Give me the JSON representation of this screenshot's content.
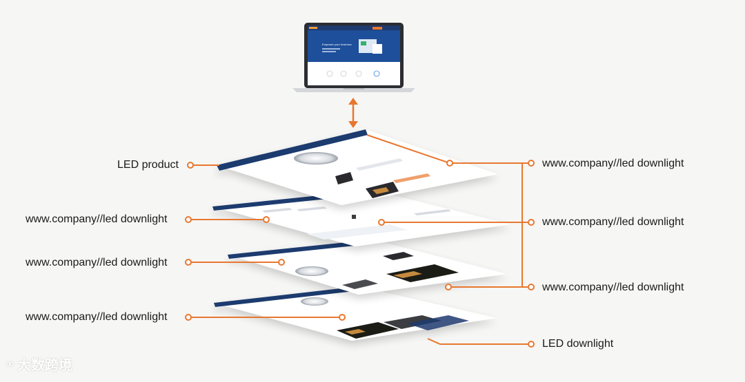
{
  "labels": {
    "left": [
      "LED product",
      "www.company//led downlight",
      "www.company//led downlight",
      "www.company//led downlight"
    ],
    "right": [
      "www.company//led downlight",
      "www.company//led downlight",
      "www.company//led downlight",
      "LED downlight"
    ]
  },
  "laptop_screen": {
    "hero_text": "Empower your business"
  },
  "watermark": "大数跨境",
  "colors": {
    "connector": "#e8772e",
    "site_header": "#1f3a6e",
    "hero_blue": "#1e4f9a",
    "page_bg": "#ffffff",
    "canvas_bg": "#f6f6f5"
  },
  "icons": [
    "laptop-icon",
    "double-arrow-icon",
    "connector-dot-icon"
  ]
}
